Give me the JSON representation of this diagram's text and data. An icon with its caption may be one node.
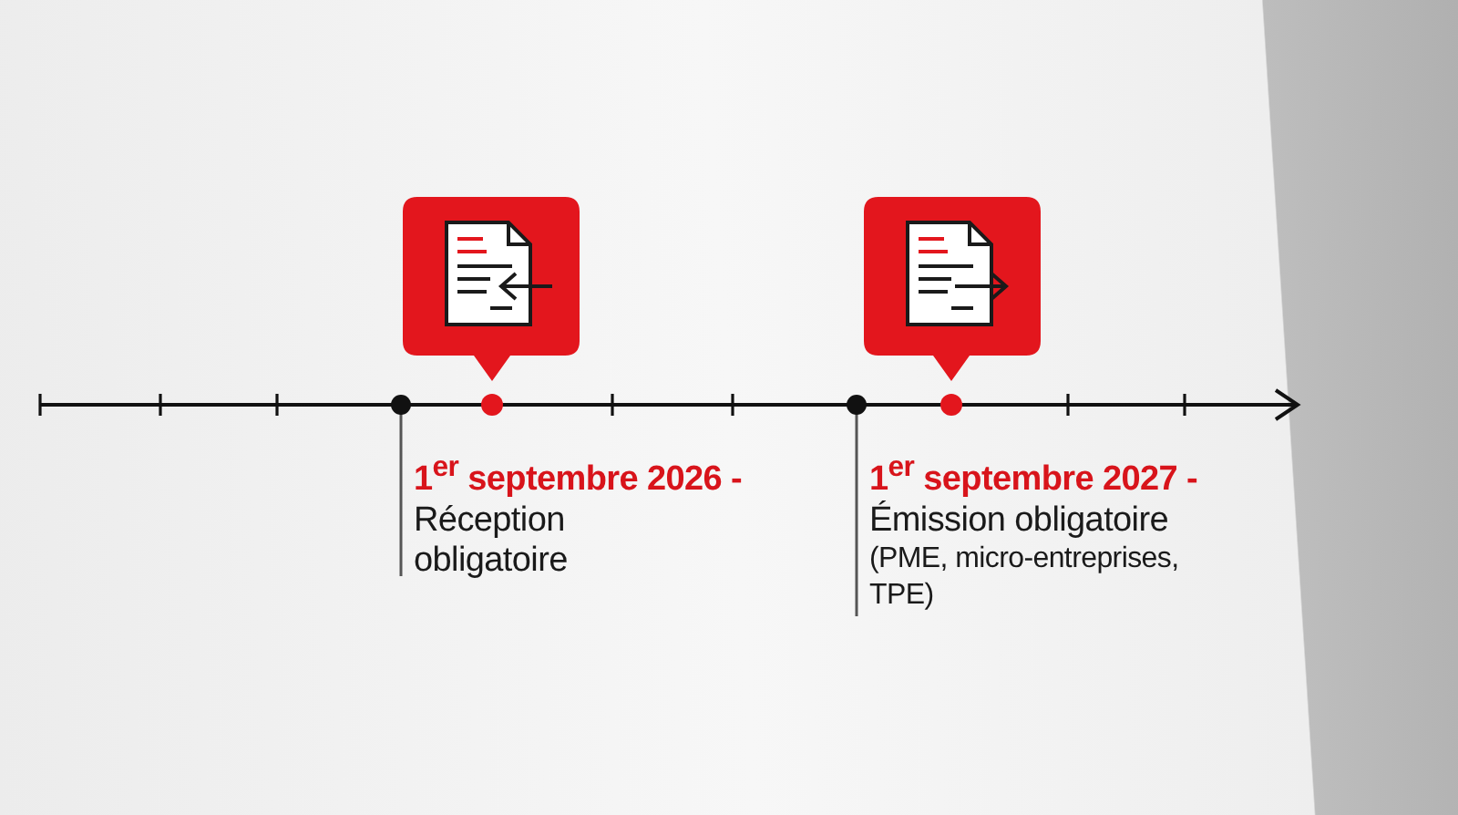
{
  "diagram": {
    "nodes": [
      {
        "text": [
          "1$^{er}$ septembre 2026 -",
          "Réception obligatoire"
        ]
      },
      {
        "text": [
          "1$^{er}$ septembre 2027 -",
          "Émission obligatoire",
          "(PME, micro-entreprises, TPE)"
        ]
      }
    ]
  }
}
